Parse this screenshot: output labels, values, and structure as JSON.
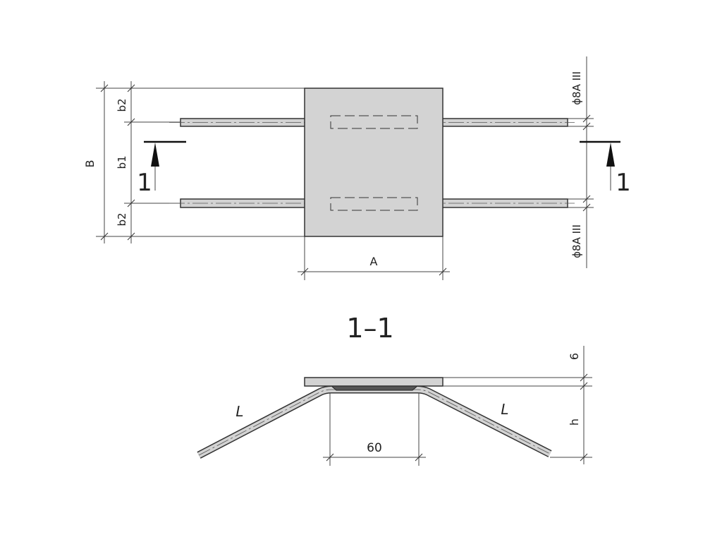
{
  "plan": {
    "dim_B": "B",
    "dim_b1": "b1",
    "dim_b2_top": "b2",
    "dim_b2_bottom": "b2",
    "dim_A": "A",
    "rebar_top": "ϕ8A III",
    "rebar_bottom": "ϕ8A III",
    "section_mark_left": "1",
    "section_mark_right": "1"
  },
  "section": {
    "title": "1–1",
    "dim_thickness": "6",
    "dim_h": "h",
    "dim_60": "60",
    "label_L_left": "L",
    "label_L_right": "L"
  },
  "colors": {
    "fill": "#d3d3d3",
    "stroke": "#333333",
    "shim": "#555555"
  }
}
